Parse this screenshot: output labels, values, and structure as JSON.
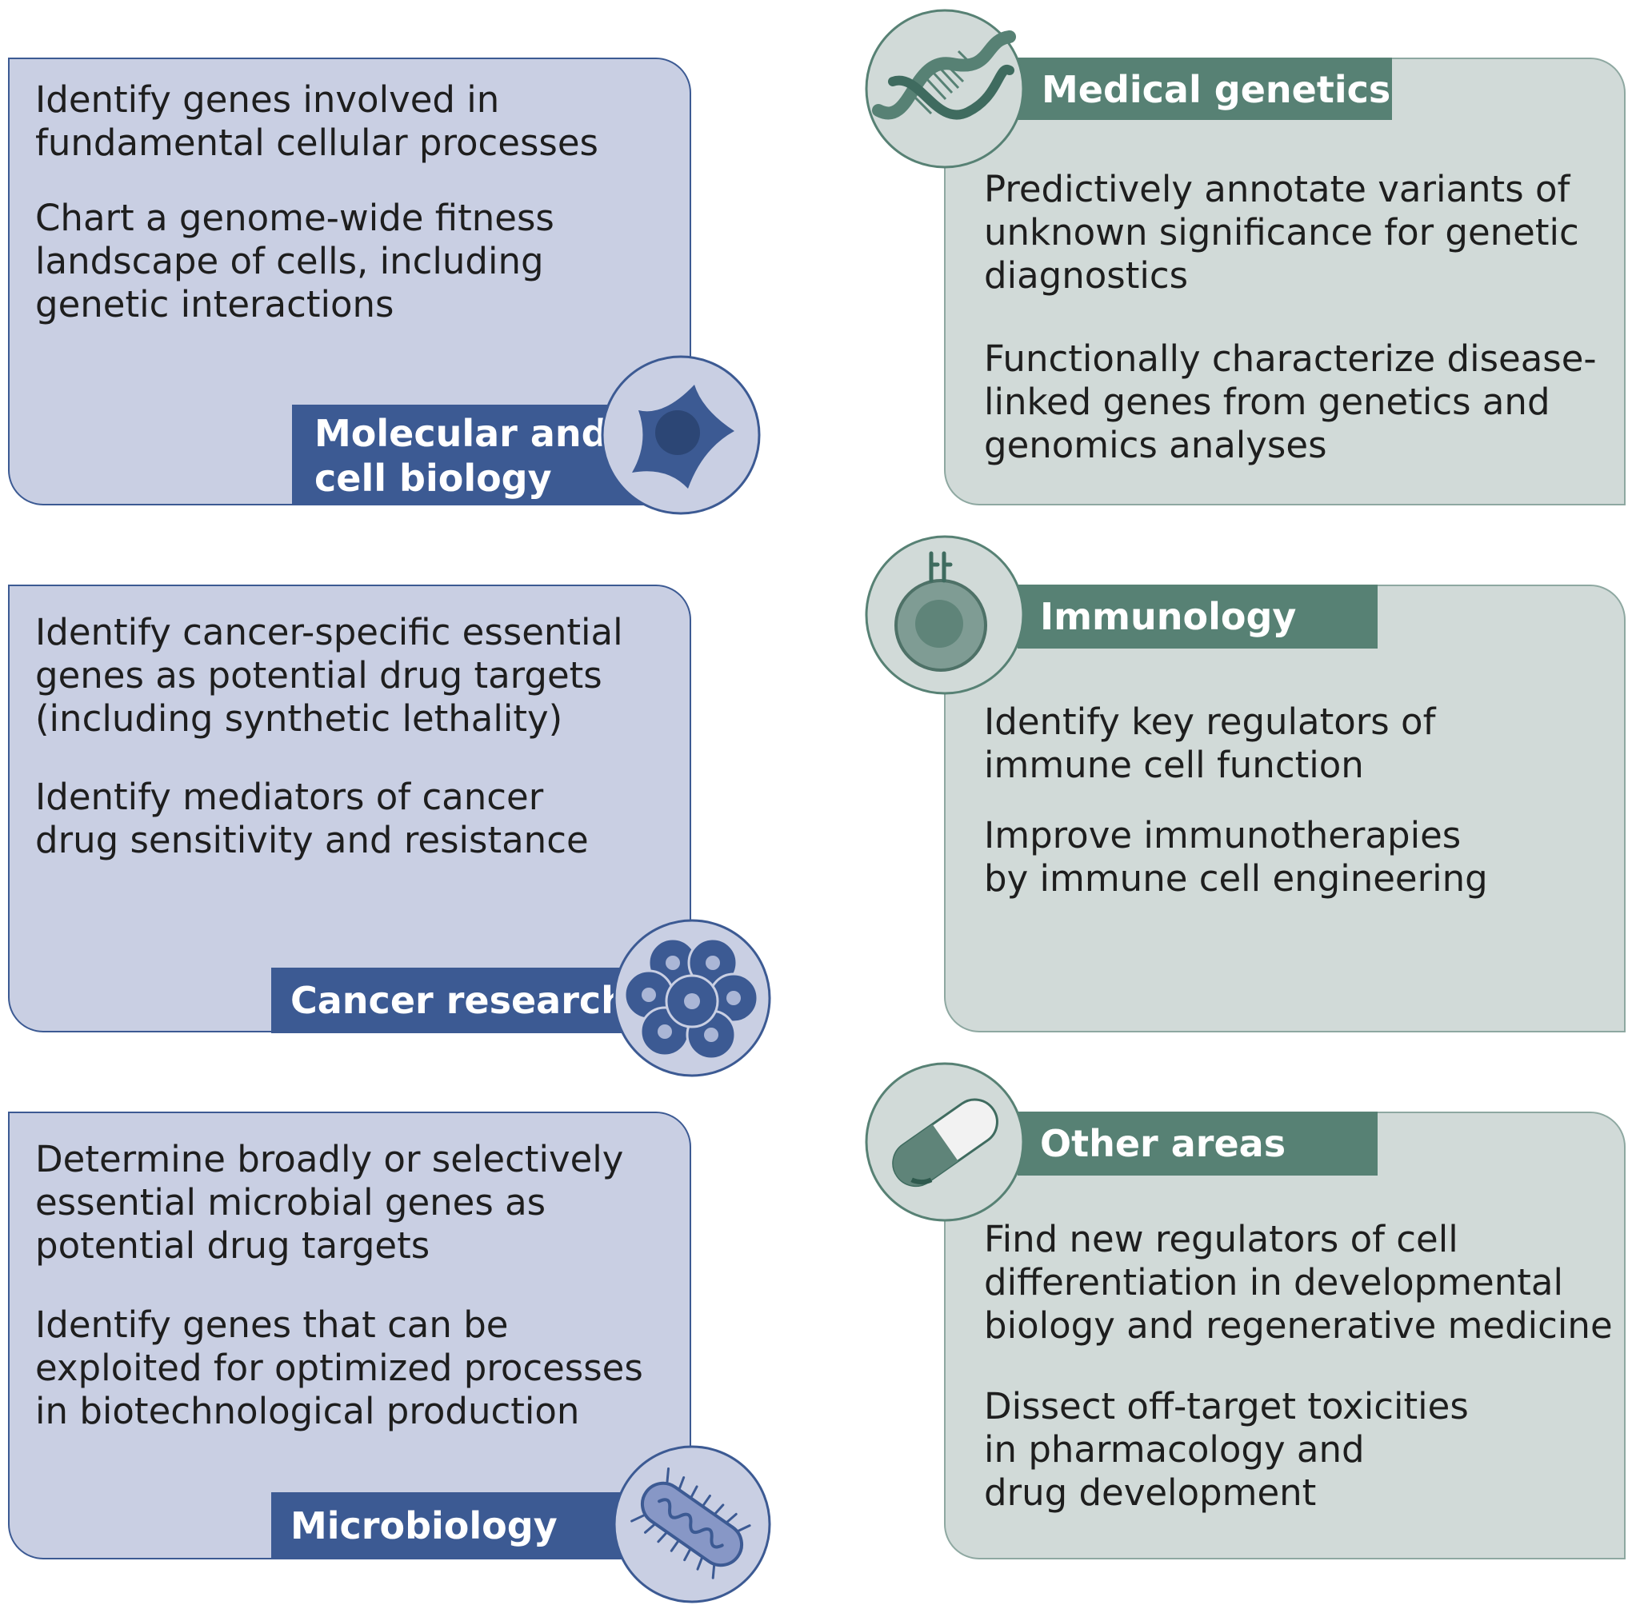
{
  "left_panels": [
    {
      "label_lines": [
        "Molecular and",
        "cell biology"
      ],
      "items": [
        [
          "Identify genes involved in",
          "fundamental cellular processes"
        ],
        [
          "Chart a genome-wide fitness",
          "landscape of cells, including",
          "genetic interactions"
        ]
      ],
      "icon": "cell-icon"
    },
    {
      "label_lines": [
        "Cancer research"
      ],
      "items": [
        [
          "Identify cancer-specific essential",
          "genes as potential drug targets",
          "(including synthetic lethality)"
        ],
        [
          "Identify mediators of cancer",
          "drug sensitivity and resistance"
        ]
      ],
      "icon": "tumor-cells-icon"
    },
    {
      "label_lines": [
        "Microbiology"
      ],
      "items": [
        [
          "Determine broadly or selectively",
          "essential microbial genes as",
          "potential drug targets"
        ],
        [
          "Identify genes that can be",
          "exploited for optimized processes",
          "in biotechnological production"
        ]
      ],
      "icon": "bacterium-icon"
    }
  ],
  "right_panels": [
    {
      "label_lines": [
        "Medical genetics"
      ],
      "items": [
        [
          "Predictively annotate variants of",
          "unknown significance for genetic",
          "diagnostics"
        ],
        [
          "Functionally characterize disease-",
          "linked genes from genetics and",
          "genomics analyses"
        ]
      ],
      "icon": "dna-icon"
    },
    {
      "label_lines": [
        "Immunology"
      ],
      "items": [
        [
          "Identify key regulators of",
          "immune cell function"
        ],
        [
          "Improve immunotherapies",
          "by immune cell engineering"
        ]
      ],
      "icon": "immune-cell-icon"
    },
    {
      "label_lines": [
        "Other areas"
      ],
      "items": [
        [
          "Find new regulators of cell",
          "differentiation in developmental",
          "biology and regenerative medicine"
        ],
        [
          "Dissect off-target toxicities",
          "in pharmacology and",
          "drug development"
        ]
      ],
      "icon": "pill-icon"
    }
  ],
  "colors": {
    "left_fill": "#c9cfe3",
    "left_accent": "#3c5a93",
    "right_fill": "#d1dad8",
    "right_accent": "#578174"
  }
}
